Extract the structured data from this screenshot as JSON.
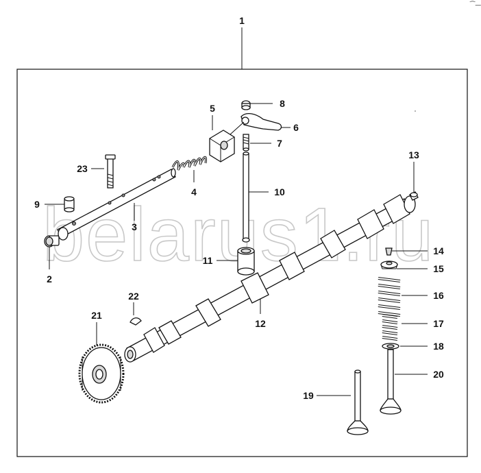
{
  "watermark": "belarus1.ru",
  "corner_mark": "⁀—",
  "callouts": [
    {
      "id": "c1",
      "text": "1"
    },
    {
      "id": "c2",
      "text": "2"
    },
    {
      "id": "c3",
      "text": "3"
    },
    {
      "id": "c4",
      "text": "4"
    },
    {
      "id": "c5",
      "text": "5"
    },
    {
      "id": "c6",
      "text": "6"
    },
    {
      "id": "c7",
      "text": "7"
    },
    {
      "id": "c8",
      "text": "8"
    },
    {
      "id": "c9",
      "text": "9"
    },
    {
      "id": "c10",
      "text": "10"
    },
    {
      "id": "c11",
      "text": "11"
    },
    {
      "id": "c12",
      "text": "12"
    },
    {
      "id": "c13",
      "text": "13"
    },
    {
      "id": "c14",
      "text": "14"
    },
    {
      "id": "c15",
      "text": "15"
    },
    {
      "id": "c16",
      "text": "16"
    },
    {
      "id": "c17",
      "text": "17"
    },
    {
      "id": "c18",
      "text": "18"
    },
    {
      "id": "c19",
      "text": "19"
    },
    {
      "id": "c20",
      "text": "20"
    },
    {
      "id": "c21",
      "text": "21"
    },
    {
      "id": "c22",
      "text": "22"
    },
    {
      "id": "c23",
      "text": "23"
    }
  ]
}
